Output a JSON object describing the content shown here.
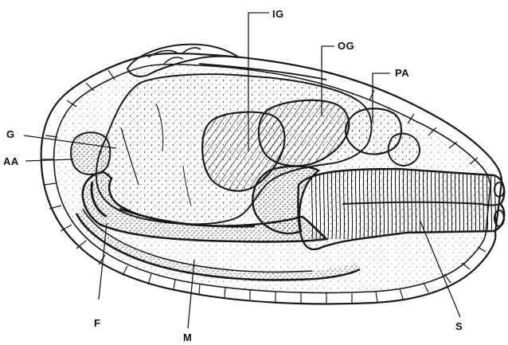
{
  "figure": {
    "labels": {
      "ig": "IG",
      "og": "OG",
      "pa": "PA",
      "g": "G",
      "aa": "AA",
      "f": "F",
      "m": "M",
      "s": "S"
    }
  },
  "colors": {
    "ink": "#1a1a1a",
    "paper": "#ffffff"
  }
}
